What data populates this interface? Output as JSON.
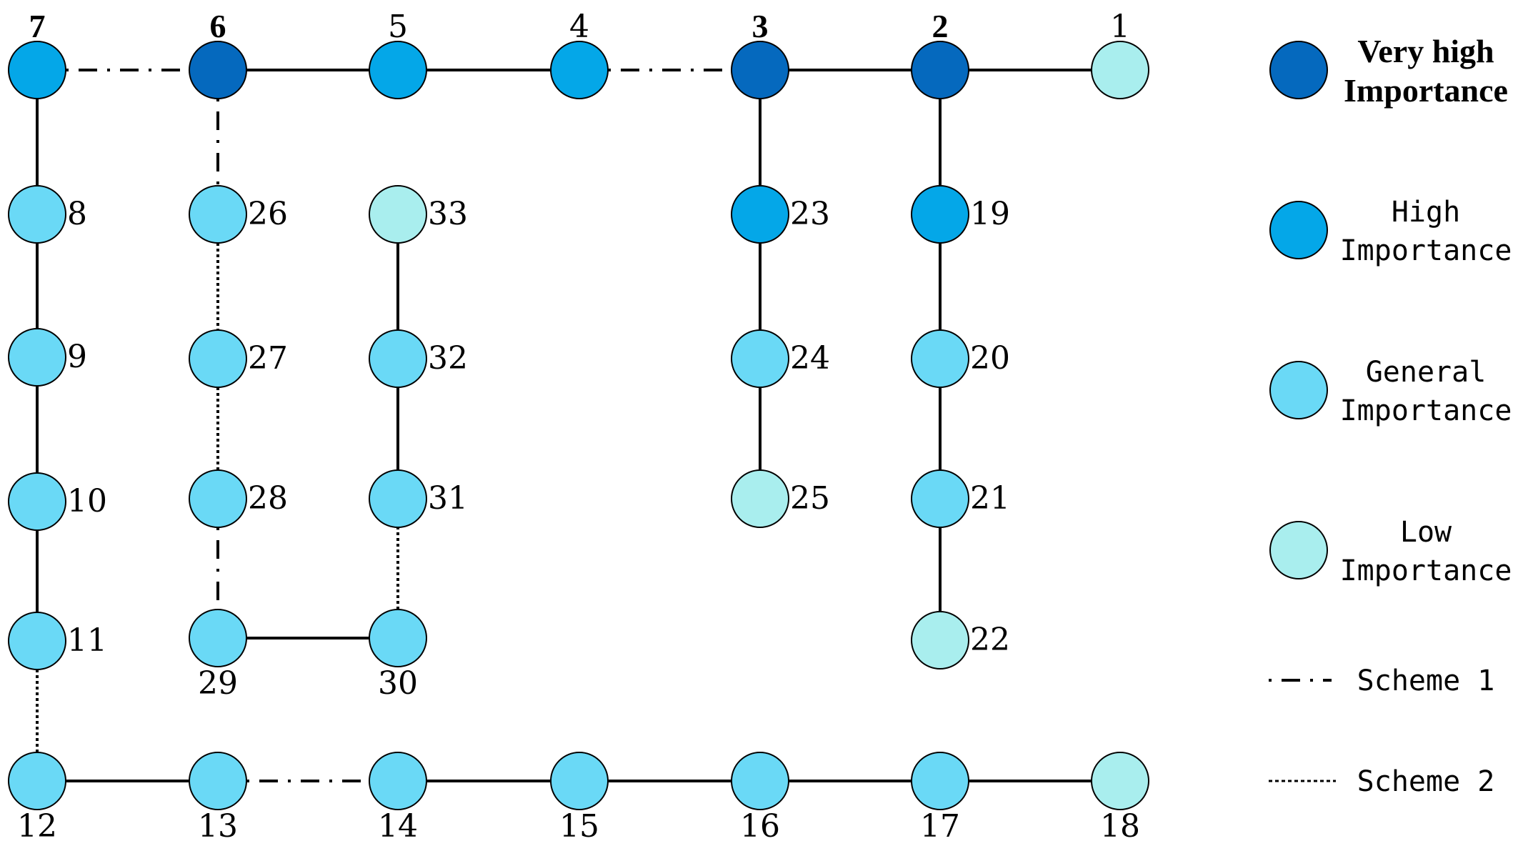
{
  "levels": {
    "very_high": {
      "color": "#0569be",
      "label_1": "Very high",
      "label_2": "Importance"
    },
    "high": {
      "color": "#04a7e8",
      "label_1": "High",
      "label_2": "Importance"
    },
    "general": {
      "color": "#6ad9f6",
      "label_1": "General",
      "label_2": "Importance"
    },
    "low": {
      "color": "#a9eeee",
      "label_1": "Low",
      "label_2": "Importance"
    }
  },
  "schemes": {
    "scheme1": {
      "label": "Scheme 1",
      "style": "dash-dot"
    },
    "scheme2": {
      "label": "Scheme 2",
      "style": "dotted"
    }
  },
  "nodes": [
    {
      "id": "1",
      "level": "low"
    },
    {
      "id": "2",
      "level": "very_high"
    },
    {
      "id": "3",
      "level": "very_high"
    },
    {
      "id": "4",
      "level": "high"
    },
    {
      "id": "5",
      "level": "high"
    },
    {
      "id": "6",
      "level": "very_high"
    },
    {
      "id": "7",
      "level": "high"
    },
    {
      "id": "8",
      "level": "general"
    },
    {
      "id": "9",
      "level": "general"
    },
    {
      "id": "10",
      "level": "general"
    },
    {
      "id": "11",
      "level": "general"
    },
    {
      "id": "12",
      "level": "general"
    },
    {
      "id": "13",
      "level": "general"
    },
    {
      "id": "14",
      "level": "general"
    },
    {
      "id": "15",
      "level": "general"
    },
    {
      "id": "16",
      "level": "general"
    },
    {
      "id": "17",
      "level": "general"
    },
    {
      "id": "18",
      "level": "low"
    },
    {
      "id": "19",
      "level": "high"
    },
    {
      "id": "20",
      "level": "general"
    },
    {
      "id": "21",
      "level": "general"
    },
    {
      "id": "22",
      "level": "low"
    },
    {
      "id": "23",
      "level": "high"
    },
    {
      "id": "24",
      "level": "general"
    },
    {
      "id": "25",
      "level": "low"
    },
    {
      "id": "26",
      "level": "general"
    },
    {
      "id": "27",
      "level": "general"
    },
    {
      "id": "28",
      "level": "general"
    },
    {
      "id": "29",
      "level": "general"
    },
    {
      "id": "30",
      "level": "general"
    },
    {
      "id": "31",
      "level": "general"
    },
    {
      "id": "32",
      "level": "general"
    },
    {
      "id": "33",
      "level": "low"
    }
  ],
  "edges": [
    {
      "from": "7",
      "to": "6",
      "type": "scheme1"
    },
    {
      "from": "6",
      "to": "5",
      "type": "solid"
    },
    {
      "from": "5",
      "to": "4",
      "type": "solid"
    },
    {
      "from": "4",
      "to": "3",
      "type": "scheme1"
    },
    {
      "from": "3",
      "to": "2",
      "type": "solid"
    },
    {
      "from": "2",
      "to": "1",
      "type": "solid"
    },
    {
      "from": "7",
      "to": "8",
      "type": "solid"
    },
    {
      "from": "8",
      "to": "9",
      "type": "solid"
    },
    {
      "from": "9",
      "to": "10",
      "type": "solid"
    },
    {
      "from": "10",
      "to": "11",
      "type": "solid"
    },
    {
      "from": "11",
      "to": "12",
      "type": "scheme2"
    },
    {
      "from": "12",
      "to": "13",
      "type": "solid"
    },
    {
      "from": "13",
      "to": "14",
      "type": "scheme1"
    },
    {
      "from": "14",
      "to": "15",
      "type": "solid"
    },
    {
      "from": "15",
      "to": "16",
      "type": "solid"
    },
    {
      "from": "16",
      "to": "17",
      "type": "solid"
    },
    {
      "from": "17",
      "to": "18",
      "type": "solid"
    },
    {
      "from": "6",
      "to": "26",
      "type": "scheme1"
    },
    {
      "from": "26",
      "to": "27",
      "type": "scheme2"
    },
    {
      "from": "27",
      "to": "28",
      "type": "scheme2"
    },
    {
      "from": "28",
      "to": "29",
      "type": "scheme1"
    },
    {
      "from": "29",
      "to": "30",
      "type": "solid"
    },
    {
      "from": "30",
      "to": "31",
      "type": "scheme2"
    },
    {
      "from": "31",
      "to": "32",
      "type": "solid"
    },
    {
      "from": "32",
      "to": "33",
      "type": "solid"
    },
    {
      "from": "3",
      "to": "23",
      "type": "solid"
    },
    {
      "from": "23",
      "to": "24",
      "type": "solid"
    },
    {
      "from": "24",
      "to": "25",
      "type": "solid"
    },
    {
      "from": "2",
      "to": "19",
      "type": "solid"
    },
    {
      "from": "19",
      "to": "20",
      "type": "solid"
    },
    {
      "from": "20",
      "to": "21",
      "type": "solid"
    },
    {
      "from": "21",
      "to": "22",
      "type": "solid"
    }
  ]
}
